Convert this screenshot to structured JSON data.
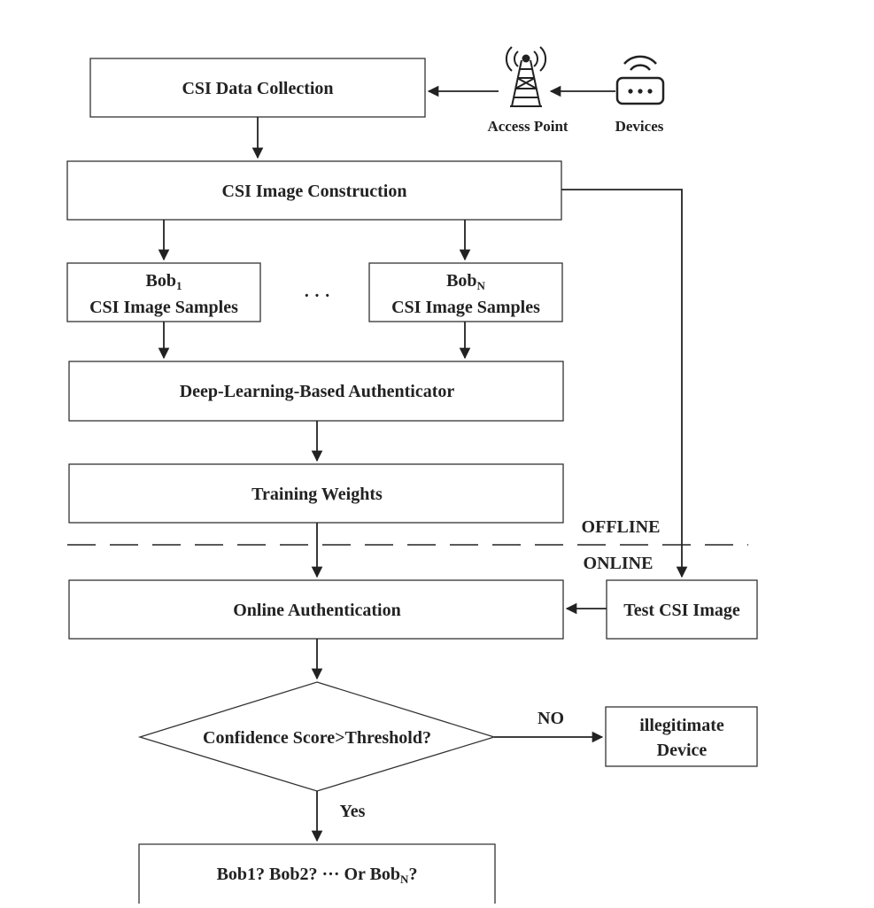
{
  "boxes": {
    "csi_data_collection": "CSI Data Collection",
    "csi_image_construction": "CSI Image Construction",
    "bob1_name": "Bob",
    "bob1_sub": "1",
    "bob1_samples": "CSI Image Samples",
    "bobn_name": "Bob",
    "bobn_sub": "N",
    "bobn_samples": "CSI Image Samples",
    "ellipsis": "· · ·",
    "authenticator": "Deep-Learning-Based Authenticator",
    "training_weights": "Training Weights",
    "online_authentication": "Online Authentication",
    "test_csi_image": "Test CSI Image",
    "decision": "Confidence Score>Threshold?",
    "illegitimate_line1": "illegitimate",
    "illegitimate_line2": "Device",
    "result_prefix": "Bob1? Bob2? ··· Or Bob",
    "result_sub": "N",
    "result_suffix": "?"
  },
  "labels": {
    "access_point": "Access Point",
    "devices": "Devices",
    "offline": "OFFLINE",
    "online": "ONLINE",
    "no": "NO",
    "yes": "Yes"
  },
  "icons": {
    "access_point": "antenna-tower-icon",
    "devices": "router-icon"
  }
}
